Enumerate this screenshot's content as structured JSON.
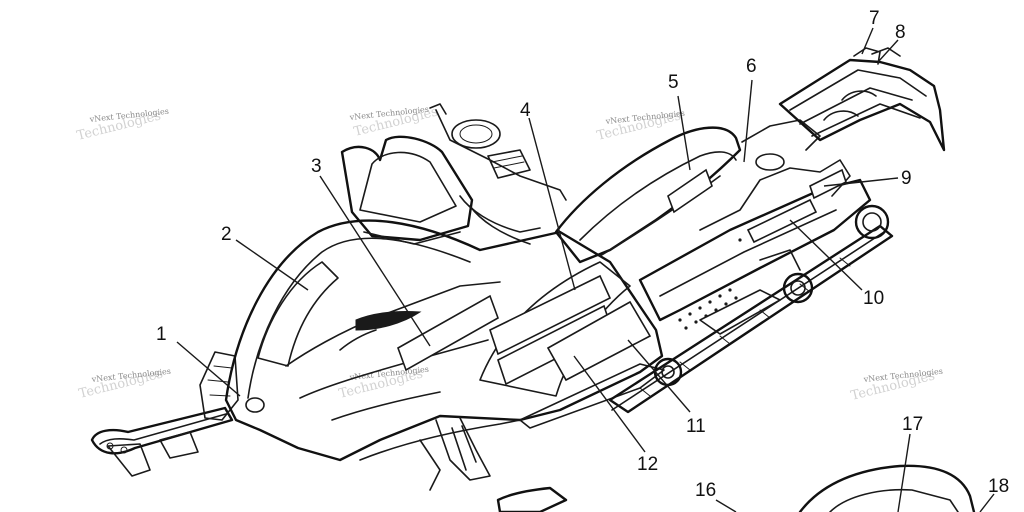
{
  "diagram": {
    "callouts": [
      "1",
      "2",
      "3",
      "4",
      "5",
      "6",
      "7",
      "8",
      "9",
      "10",
      "11",
      "12",
      "16",
      "17",
      "18"
    ],
    "watermarks": [
      {
        "main": "vNext Technologies",
        "ghost": "Technologies"
      },
      {
        "main": "vNext Technologies",
        "ghost": "Technologies"
      },
      {
        "main": "vNext Technologies",
        "ghost": "Technologies"
      },
      {
        "main": "vNext Technologies",
        "ghost": "Technologies"
      },
      {
        "main": "vNext Technologies",
        "ghost": "Technologies"
      },
      {
        "main": "vNext Technologies",
        "ghost": "Technologies"
      }
    ]
  }
}
